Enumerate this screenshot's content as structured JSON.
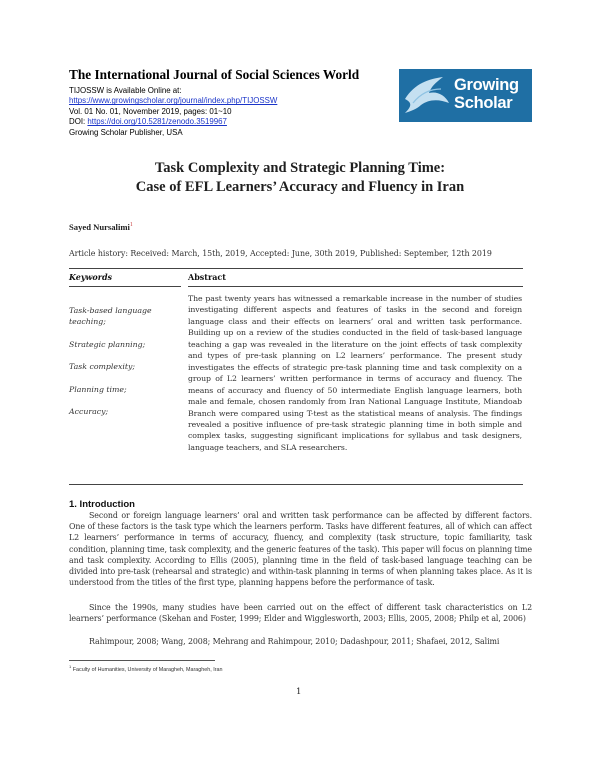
{
  "journal": {
    "title": "The International Journal of Social Sciences World",
    "availability": "TIJOSSW is Available Online at:",
    "url": "https://www.growingscholar.org/journal/index.php/TIJOSSW",
    "issue": "Vol. 01 No. 01, November 2019, pages: 01~10",
    "doi_label": "DOI: ",
    "doi": "https://doi.org/10.5281/zenodo.3519967",
    "publisher": "Growing Scholar Publisher, USA"
  },
  "logo": {
    "line1": "Growing",
    "line2": "Scholar",
    "colors": {
      "background": "#1f6fa4",
      "text": "#ffffff"
    }
  },
  "paper": {
    "title_line1": "Task Complexity and Strategic Planning Time:",
    "title_line2": "Case of EFL Learners’ Accuracy and Fluency in Iran",
    "author": "Sayed Nursalimi",
    "author_mark": "1",
    "history": "Article history: Received: March, 15th, 2019, Accepted: June, 30th 2019, Published: September, 12th 2019"
  },
  "keywords": {
    "heading": "Keywords",
    "items": [
      "Task-based language teaching;",
      "Strategic planning;",
      "Task complexity;",
      "Planning time;",
      "Accuracy;"
    ]
  },
  "abstract": {
    "heading": "Abstract",
    "text": "The past twenty years has witnessed a remarkable increase in the number of studies investigating different aspects and features of tasks in the second and foreign language class and their effects on learners’ oral and written task performance. Building up on a review of the studies conducted in the field of task-based language teaching a gap was revealed in the literature on the joint effects of task complexity and types of pre-task planning on L2 learners’ performance. The present study investigates the effects of strategic pre-task planning time and task complexity on a group of L2 learners’ written performance in terms of accuracy and fluency. The means of accuracy and fluency of 50 intermediate English language learners, both male and female, chosen randomly from Iran National Language Institute, Miandoab Branch were compared using T-test as the statistical means of analysis. The findings revealed a positive influence of pre-task strategic planning time in both simple and complex tasks, suggesting significant implications for syllabus and task designers, language teachers, and SLA researchers."
  },
  "introduction": {
    "heading": "1.  Introduction",
    "paragraph1": "Second or foreign language learners’ oral and written task performance can be affected by different factors. One of these factors is the task type which the learners perform. Tasks have different features, all of which can affect L2 learners’ performance in terms of accuracy, fluency, and complexity (task structure, topic familiarity, task condition, planning time, task complexity, and the generic features of the task). This paper will focus on planning time and task complexity. According to Ellis (2005), planning time in the field of task-based language teaching can be divided into pre-task (rehearsal and strategic) and within-task planning in terms of when planning takes place. As it is understood from the titles of the first type, planning happens before the performance of task.",
    "paragraph2": "Since the 1990s, many studies have been carried out on the effect of different task characteristics on L2 learners’ performance (Skehan and Foster, 1999; Elder and Wigglesworth, 2003; Ellis, 2005, 2008; Philp et al, 2006)",
    "paragraph3": "Rahimpour, 2008; Wang, 2008; Mehrang and Rahimpour, 2010; Dadashpour, 2011; Shafaei, 2012, Salimi"
  },
  "footnote": {
    "mark": "1",
    "text": "Faculty of Humanities, University of Maragheh, Maragheh, Iran"
  },
  "page_number": "1"
}
